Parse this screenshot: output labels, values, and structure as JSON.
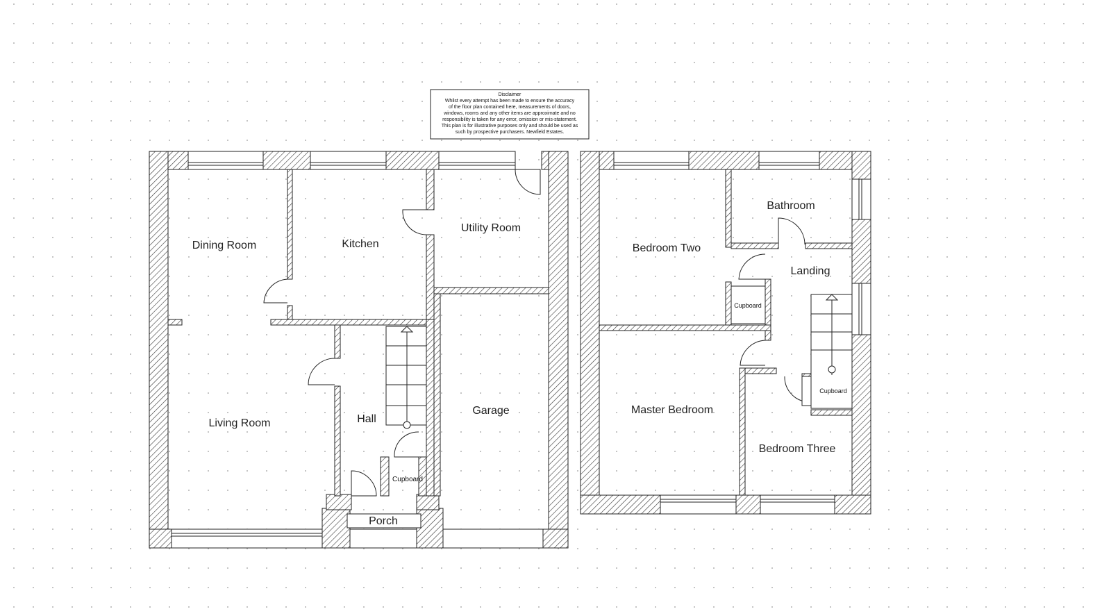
{
  "disclaimer": {
    "title": "Disclaimer",
    "lines": [
      "Whilst every attempt has been made to ensure the accuracy",
      "of the floor plan contained here, measurements of doors,",
      "windows, rooms and any other items are approximate and no",
      "responsibility is taken for any error, omission or mis-statement.",
      "This plan is for illustrative purposes only and should be used as",
      "such by prospective purchasers. Newfield Estates."
    ]
  },
  "ground_floor": {
    "dining_room": "Dining Room",
    "kitchen": "Kitchen",
    "utility_room": "Utility Room",
    "living_room": "Living Room",
    "hall": "Hall",
    "garage": "Garage",
    "cupboard": "Cupboard",
    "porch": "Porch"
  },
  "first_floor": {
    "bedroom_two": "Bedroom Two",
    "bathroom": "Bathroom",
    "landing": "Landing",
    "cupboard_left": "Cupboard",
    "cupboard_right": "Cupboard",
    "master_bedroom": "Master Bedroom",
    "bedroom_three": "Bedroom Three"
  }
}
